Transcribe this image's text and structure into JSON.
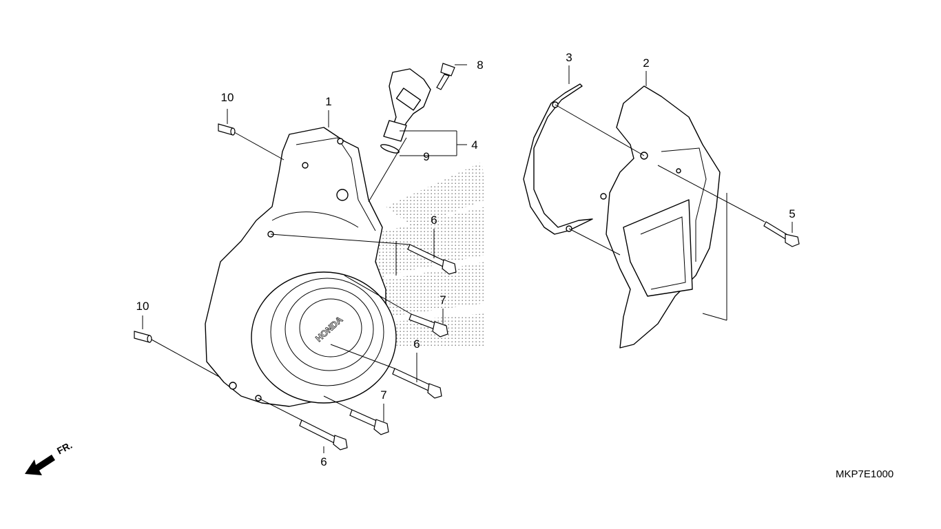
{
  "diagram": {
    "code": "MKP7E1000",
    "direction_label": "FR.",
    "callouts": [
      {
        "id": "c1",
        "label": "1"
      },
      {
        "id": "c2",
        "label": "2"
      },
      {
        "id": "c3",
        "label": "3"
      },
      {
        "id": "c4",
        "label": "4"
      },
      {
        "id": "c5",
        "label": "5"
      },
      {
        "id": "c6a",
        "label": "6"
      },
      {
        "id": "c6b",
        "label": "6"
      },
      {
        "id": "c6c",
        "label": "6"
      },
      {
        "id": "c7a",
        "label": "7"
      },
      {
        "id": "c7b",
        "label": "7"
      },
      {
        "id": "c8",
        "label": "8"
      },
      {
        "id": "c9",
        "label": "9"
      },
      {
        "id": "c10a",
        "label": "10"
      },
      {
        "id": "c10b",
        "label": "10"
      }
    ],
    "cover_logo": "HONDA"
  }
}
